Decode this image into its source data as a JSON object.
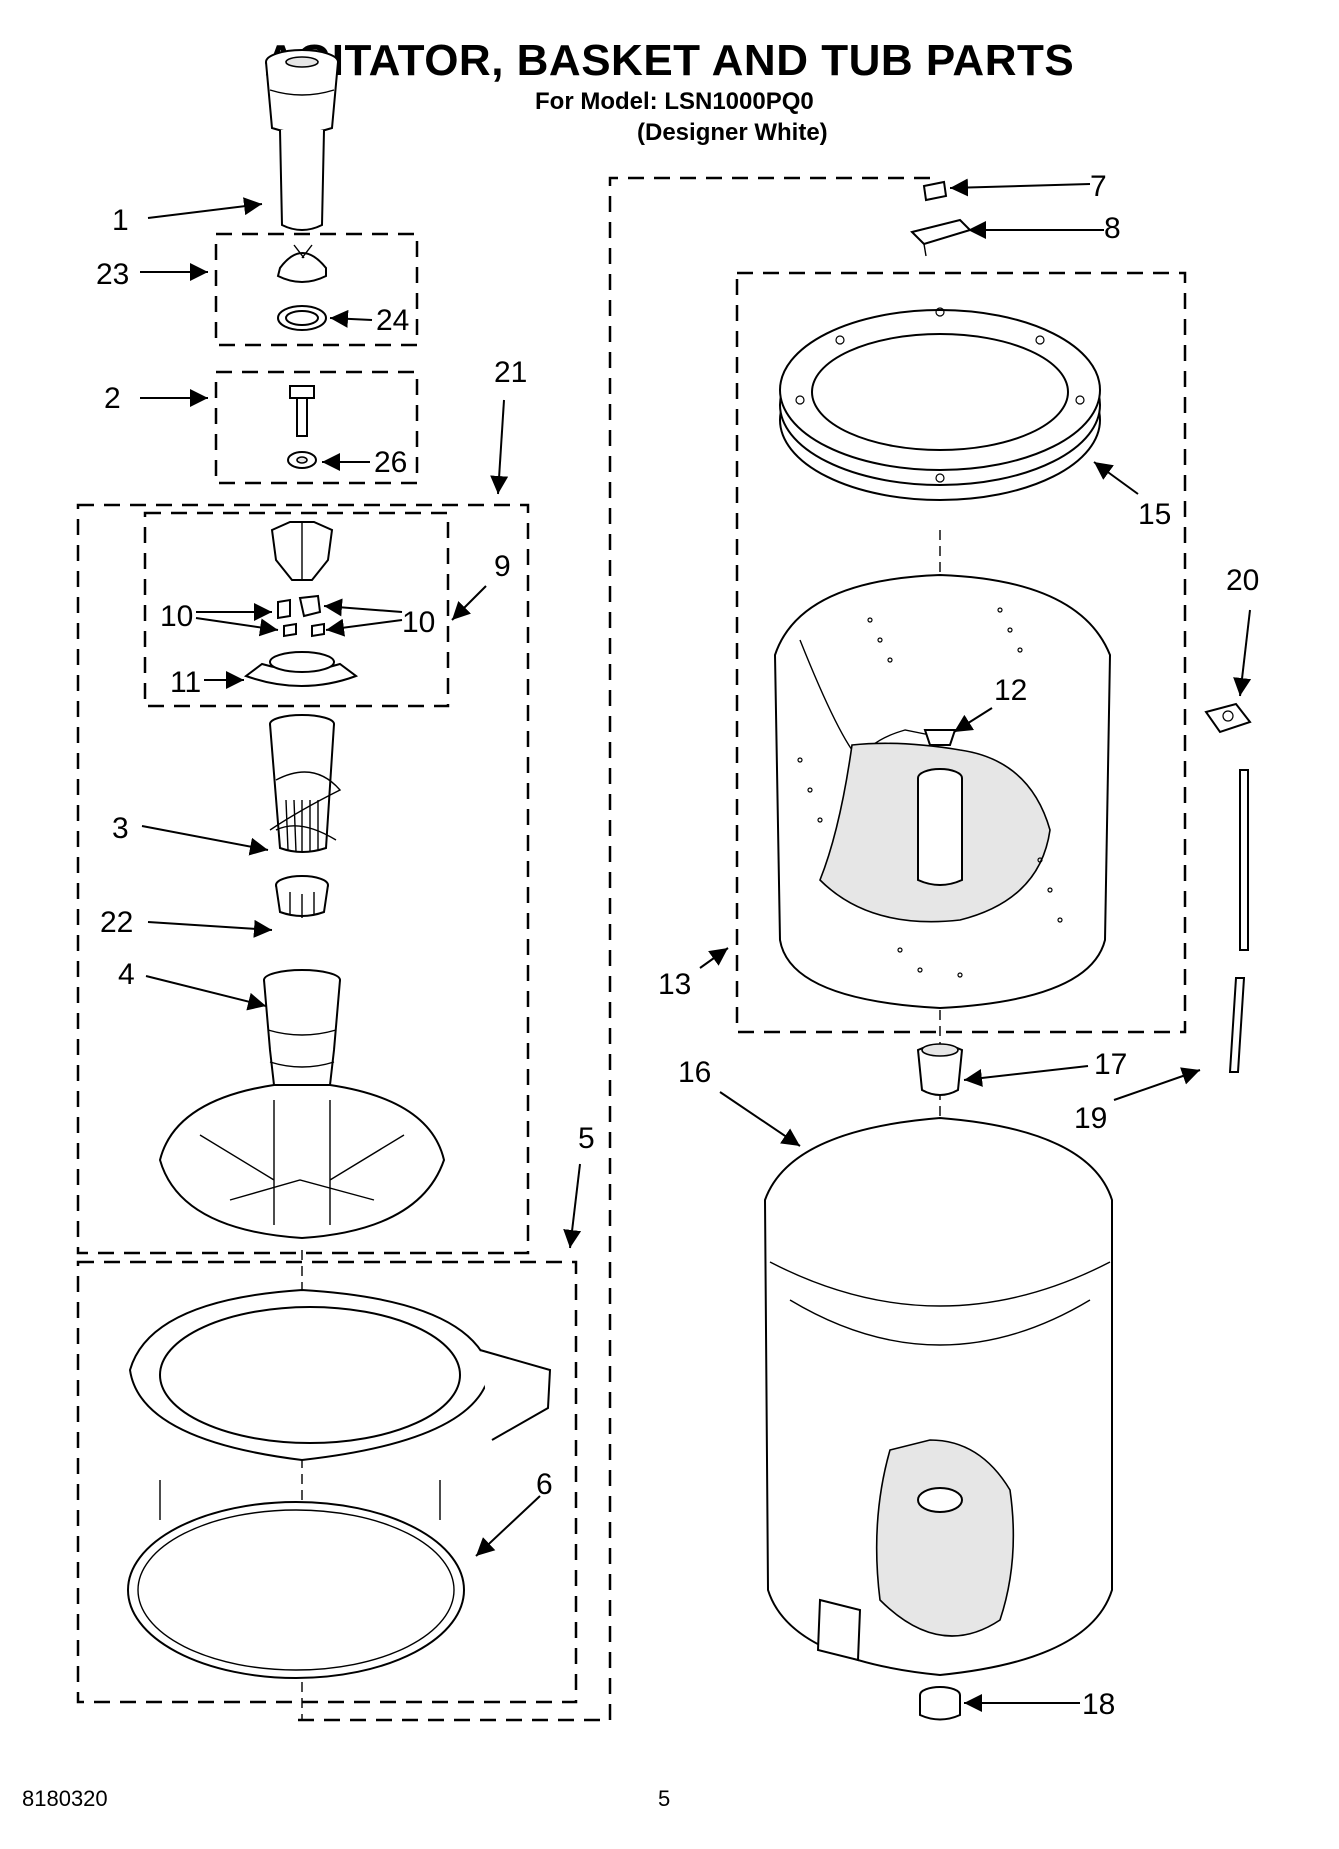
{
  "header": {
    "title": "AGITATOR, BASKET AND TUB PARTS",
    "model": "For Model: LSN1000PQ0",
    "variant": "(Designer White)"
  },
  "callouts": {
    "c1": "1",
    "c2": "2",
    "c3": "3",
    "c4": "4",
    "c5": "5",
    "c6": "6",
    "c7": "7",
    "c8": "8",
    "c9": "9",
    "c10a": "10",
    "c10b": "10",
    "c11": "11",
    "c12": "12",
    "c13": "13",
    "c15": "15",
    "c16": "16",
    "c17": "17",
    "c18": "18",
    "c19": "19",
    "c20": "20",
    "c21": "21",
    "c22": "22",
    "c23": "23",
    "c24": "24",
    "c26": "26"
  },
  "footer": {
    "doc_number": "8180320",
    "page_number": "5"
  }
}
